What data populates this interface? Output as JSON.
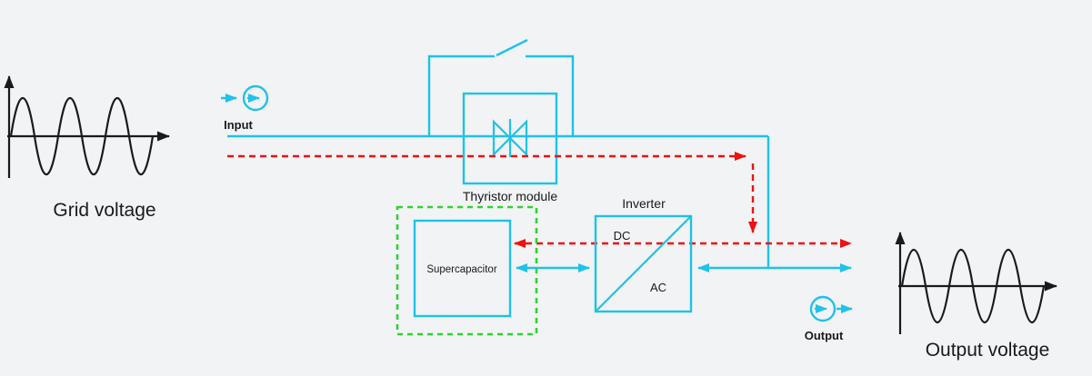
{
  "colors": {
    "cyan": "#1fc2e8",
    "red": "#ee1111",
    "green": "#2fd52f",
    "ink": "#1a1a1a",
    "bg": "#f1f3f5"
  },
  "labels": {
    "grid_voltage": "Grid voltage",
    "input": "Input",
    "thyristor_module": "Thyristor module",
    "inverter": "Inverter",
    "inverter_dc": "DC",
    "inverter_ac": "AC",
    "supercapacitor": "Supercapacitor",
    "output": "Output",
    "output_voltage": "Output voltage"
  },
  "waveforms": {
    "grid": {
      "shape": "sine",
      "cycles": 3
    },
    "output": {
      "shape": "sine",
      "cycles": 3
    }
  }
}
